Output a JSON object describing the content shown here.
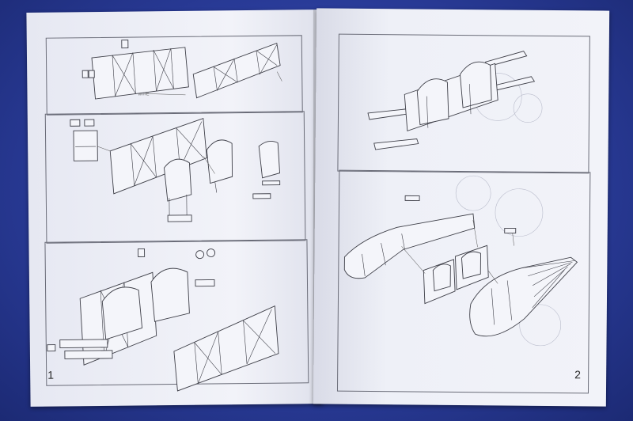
{
  "booklet": {
    "left_page": {
      "number": "1",
      "wire_label": "WIRE"
    },
    "right_page": {
      "number": "2"
    }
  },
  "colors": {
    "background": "#2c3f9c",
    "paper": "#eceef6",
    "lines": "#3e3f48"
  },
  "icons": [
    "frame-diagram-icon",
    "seat-icon",
    "cockpit-frame-icon",
    "fuselage-icon",
    "wing-spar-icon"
  ]
}
